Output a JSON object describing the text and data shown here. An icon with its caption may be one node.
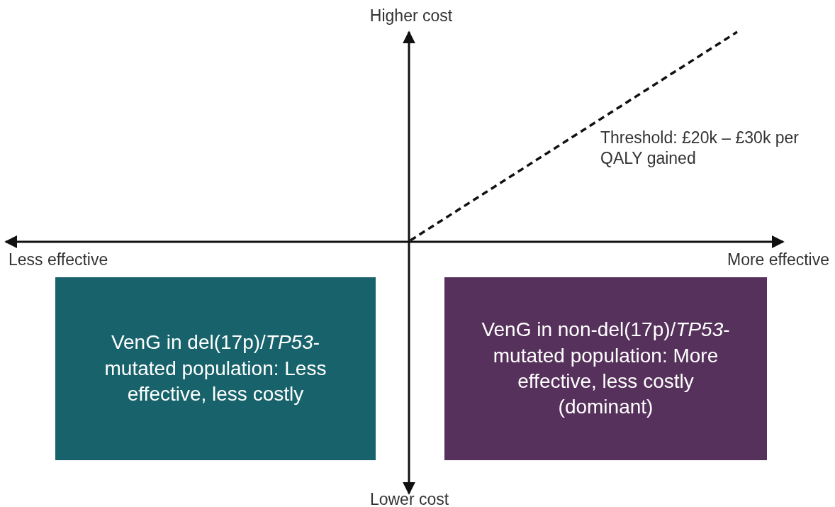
{
  "diagram": {
    "nodes": [
      {
        "text": [
          "VenG in del(17p)/*TP53*-mutated population: Less effective, less costly"
        ]
      },
      {
        "text": [
          "VenG in non-del(17p)/*TP53*-mutated population: More effective, less costly (dominant)"
        ]
      }
    ],
    "labels": [
      "Higher cost",
      "Threshold: £20k – £30k per QALY gained",
      "Less effective",
      "More effective",
      "Lower cost"
    ]
  }
}
